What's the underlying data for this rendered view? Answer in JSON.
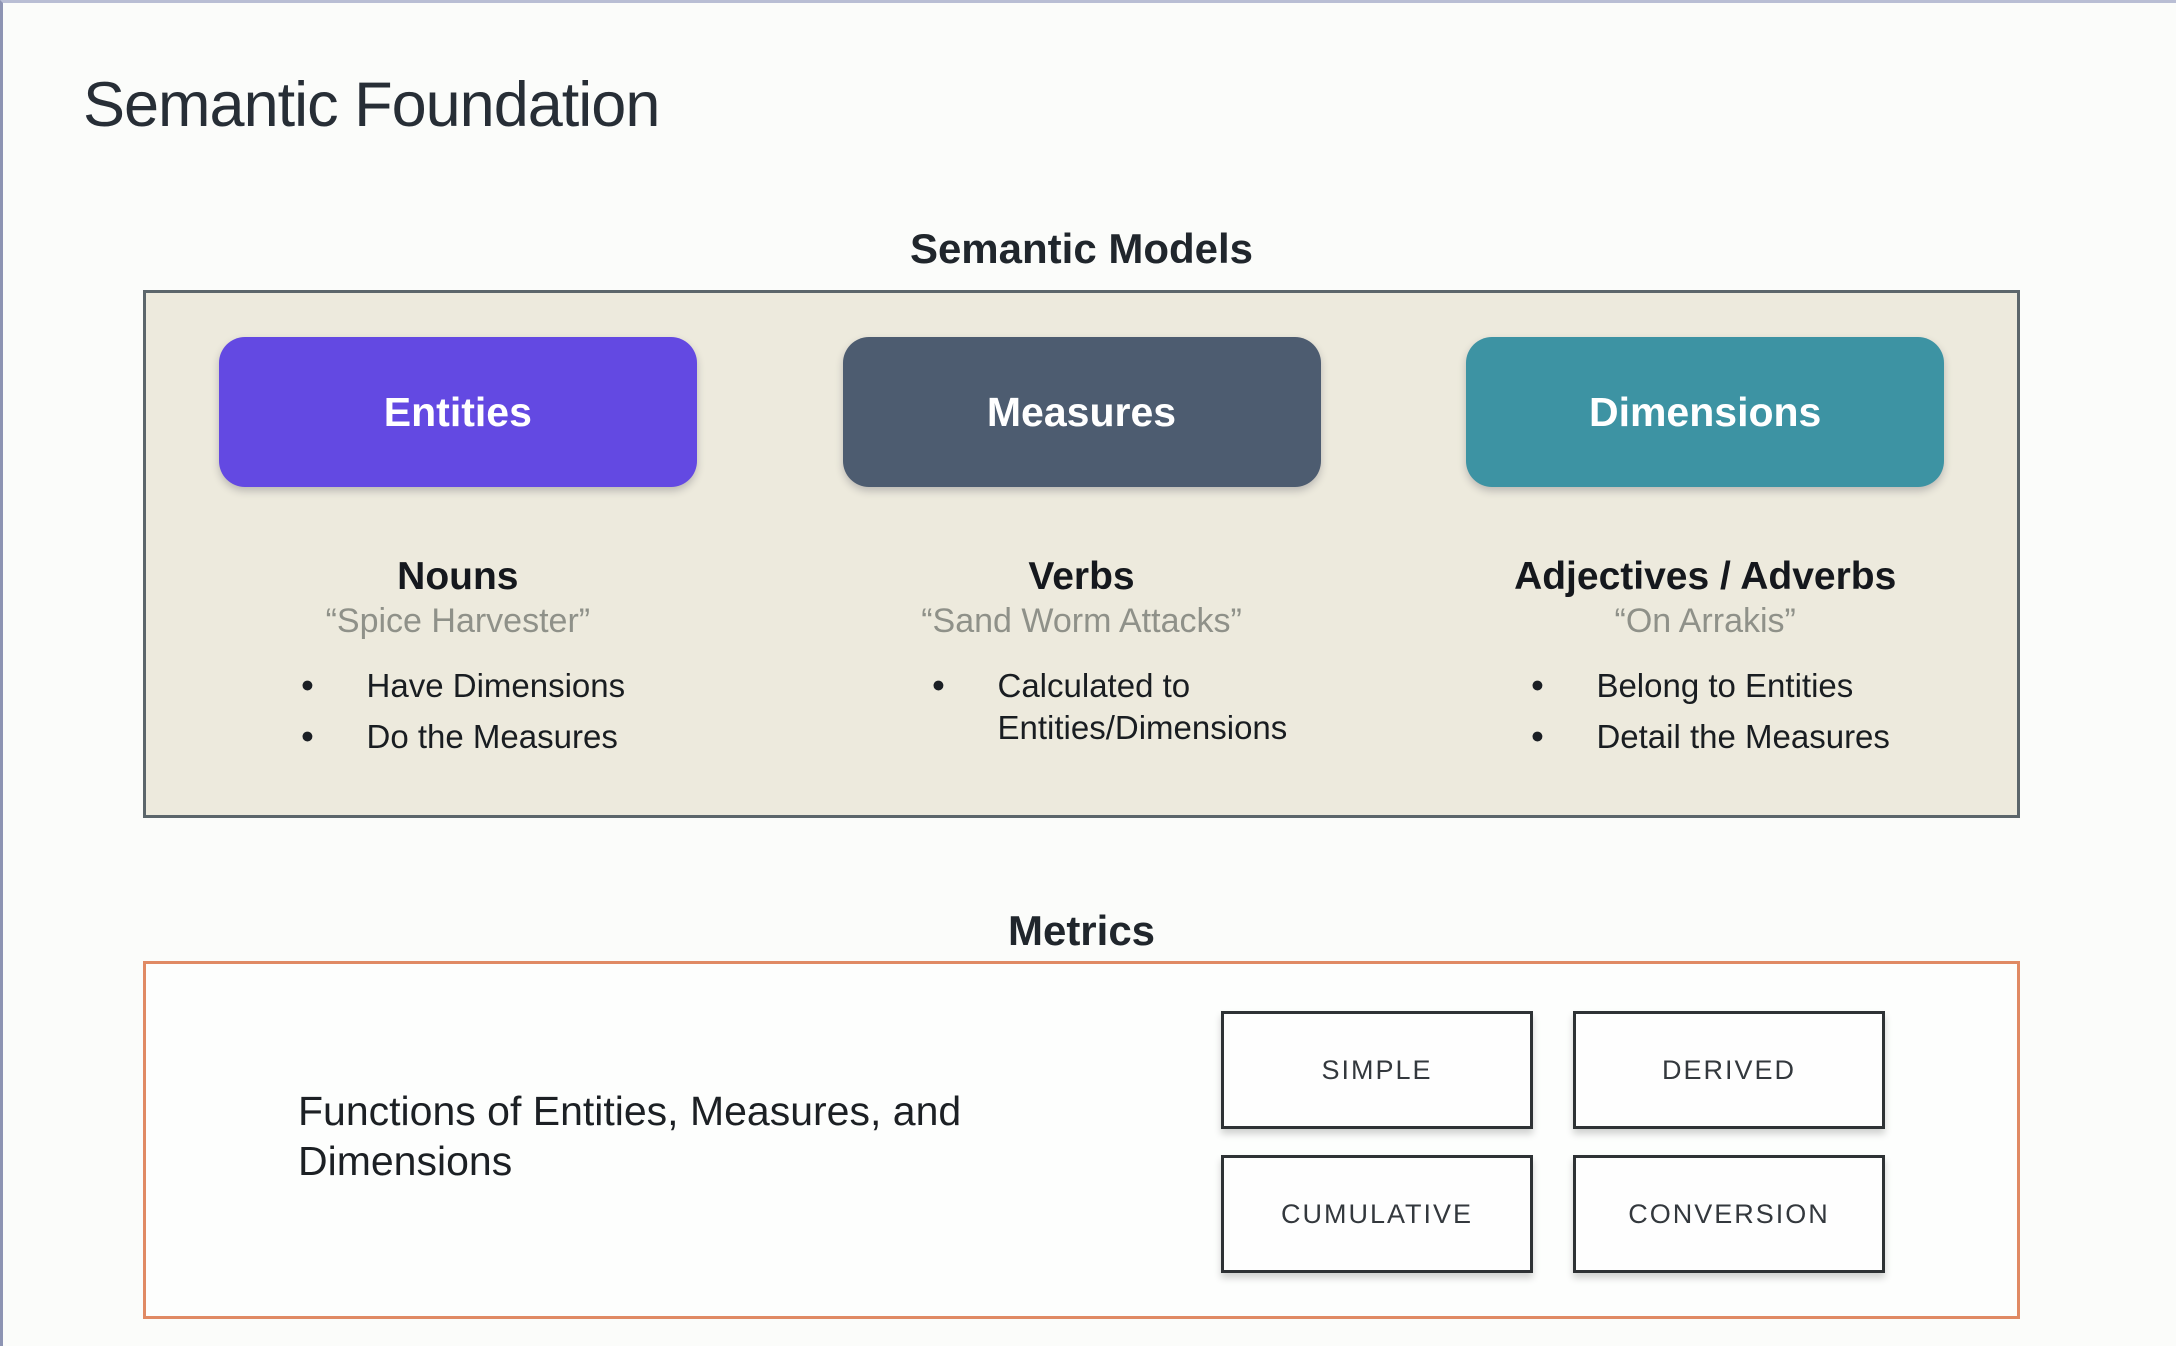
{
  "title": "Semantic Foundation",
  "semantic_models": {
    "heading": "Semantic Models",
    "panel_bg": "#edeadd",
    "columns": [
      {
        "pill": "Entities",
        "pill_color": "#6349e2",
        "subtitle": "Nouns",
        "quote": "“Spice Harvester”",
        "bullets": [
          "Have Dimensions",
          "Do the Measures"
        ]
      },
      {
        "pill": "Measures",
        "pill_color": "#4d5c70",
        "subtitle": "Verbs",
        "quote": "“Sand Worm Attacks”",
        "bullets": [
          "Calculated to Entities/Dimensions"
        ]
      },
      {
        "pill": "Dimensions",
        "pill_color": "#3d93a3",
        "subtitle": "Adjectives / Adverbs",
        "quote": "“On Arrakis”",
        "bullets": [
          "Belong to Entities",
          "Detail the Measures"
        ]
      }
    ]
  },
  "metrics": {
    "heading": "Metrics",
    "border_color": "#e08a64",
    "description": "Functions of Entities, Measures, and Dimensions",
    "types": [
      "SIMPLE",
      "DERIVED",
      "CUMULATIVE",
      "CONVERSION"
    ]
  }
}
